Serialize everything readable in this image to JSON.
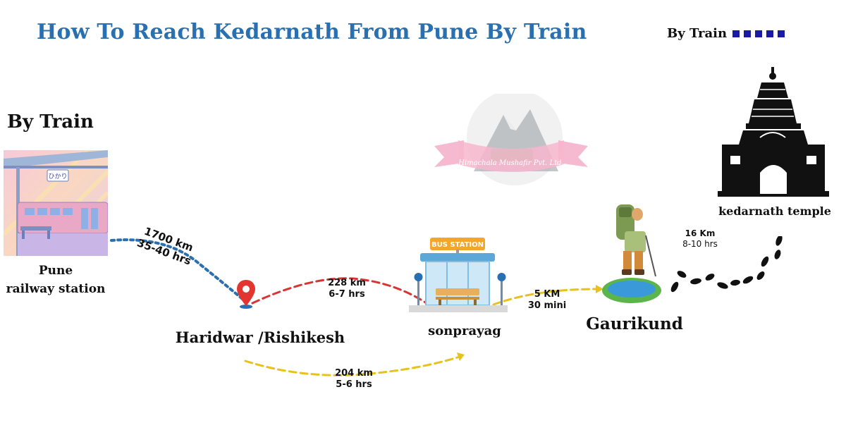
{
  "title": "How To Reach Kedarnath From Pune By Train",
  "legend": {
    "label": "By Train",
    "color": "#1a1aa6"
  },
  "section_heading": "By Train",
  "places": {
    "pune": "Pune\nrailway station",
    "haridwar": "Haridwar /Rishikesh",
    "sonprayag": "sonprayag",
    "gaurikund": "Gaurikund",
    "kedarnath": "kedarnath temple"
  },
  "station_sign": "BUS STATION",
  "watermark_text": "Himachala Mushafir Pvt. Ltd.",
  "legs": {
    "pune_haridwar": {
      "distance": "1700 km",
      "time": "35-40 hrs"
    },
    "haridwar_sonprayag_top": {
      "distance": "228 km",
      "time": "6-7 hrs"
    },
    "haridwar_sonprayag_bottom": {
      "distance": "204 km",
      "time": "5-6 hrs"
    },
    "sonprayag_gaurikund": {
      "distance": "5 KM",
      "time": "30 mini"
    },
    "gaurikund_kedarnath": {
      "distance": "16 Km",
      "time": "8-10 hrs"
    }
  },
  "colors": {
    "title": "#2A6FB0",
    "train_route": "#2A6FB0",
    "road_route_red": "#D93434",
    "road_route_yellow": "#E8C21C"
  }
}
